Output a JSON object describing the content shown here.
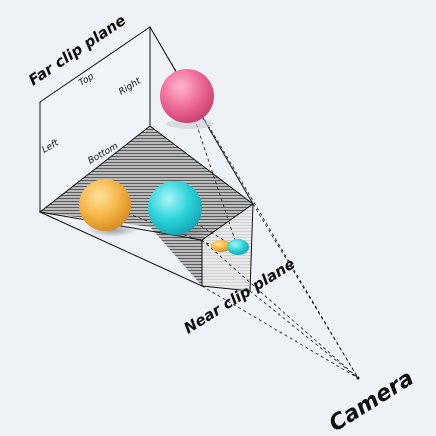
{
  "labels": {
    "far_clip_plane": "Far clip plane",
    "near_clip_plane": "Near clip plane",
    "camera": "Camera",
    "top": "Top",
    "right": "Right",
    "left": "Left",
    "bottom": "Bottom"
  },
  "colors": {
    "background": "#eef2f7",
    "line": "#111111",
    "pink_sphere": "#f06b98",
    "orange_sphere": "#f7b849",
    "cyan_sphere": "#2fd5dc",
    "floor": "#9a9a9a"
  }
}
